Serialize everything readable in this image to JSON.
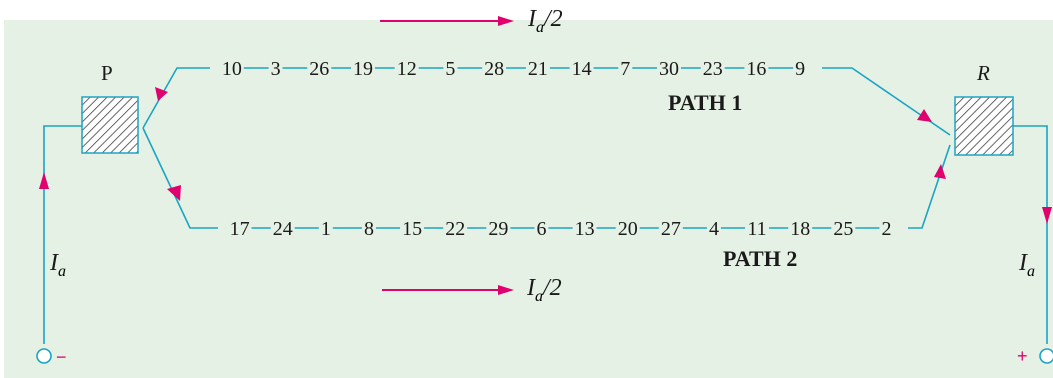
{
  "colors": {
    "background": "#e6f1e5",
    "wire": "#1aa4c4",
    "arrow": "#e0006e",
    "terminal_sign": "#e0006e"
  },
  "left_brush": {
    "label": "P"
  },
  "right_brush": {
    "label": "R"
  },
  "path1": {
    "label": "PATH 1",
    "conductors": [
      "10",
      "3",
      "26",
      "19",
      "12",
      "5",
      "28",
      "21",
      "14",
      "7",
      "30",
      "23",
      "16",
      "9"
    ]
  },
  "path2": {
    "label": "PATH 2",
    "conductors": [
      "17",
      "24",
      "1",
      "8",
      "15",
      "22",
      "29",
      "6",
      "13",
      "20",
      "27",
      "4",
      "11",
      "18",
      "25",
      "2"
    ]
  },
  "current_top": {
    "symbol": "I",
    "subscript": "a",
    "suffix": "/2"
  },
  "current_bottom": {
    "symbol": "I",
    "subscript": "a",
    "suffix": "/2"
  },
  "current_left": {
    "symbol": "I",
    "subscript": "a"
  },
  "current_right": {
    "symbol": "I",
    "subscript": "a"
  },
  "terminal_left": {
    "sign": "−"
  },
  "terminal_right": {
    "sign": "+"
  },
  "arrow_icon": "triangle-arrowhead"
}
